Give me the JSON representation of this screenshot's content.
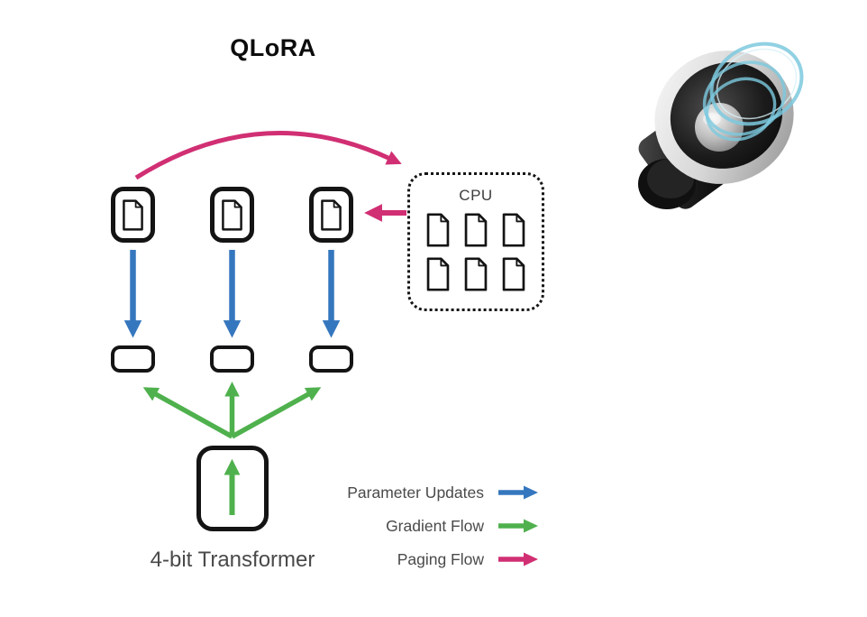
{
  "title": "QLoRA",
  "gpu_memory": {
    "weight_block_count": 3
  },
  "cpu_box": {
    "label": "CPU",
    "page_count": 6
  },
  "adapters": {
    "count": 3
  },
  "transformer": {
    "label": "4-bit Transformer"
  },
  "legend": [
    {
      "label": "Parameter Updates",
      "color": "#3577BE"
    },
    {
      "label": "Gradient Flow",
      "color": "#4FB14D"
    },
    {
      "label": "Paging Flow",
      "color": "#D12F73"
    }
  ],
  "flows": [
    {
      "type": "paging-flow",
      "from": "gpu-weight-block-1",
      "to": "cpu-box"
    },
    {
      "type": "paging-flow",
      "from": "cpu-box",
      "to": "gpu-weight-block-3"
    },
    {
      "type": "parameter-updates",
      "from": "gpu-weight-blocks",
      "to": "adapter-boxes"
    },
    {
      "type": "gradient-flow",
      "from": "4-bit-transformer",
      "to": "adapter-boxes"
    }
  ],
  "colors": {
    "blue": "#3577BE",
    "green": "#4FB14D",
    "pink": "#D12F73",
    "outline": "#141414",
    "label_gray": "#4A4A4A",
    "title_black": "#0C0C0C",
    "ring_cyan": "#7CC9DE",
    "background": "#FFFFFF"
  },
  "icons": {
    "document": "page-with-folded-corner",
    "speaker": "3d-speaker-with-sound-wave-rings",
    "arrow": "solid-directional-arrow"
  }
}
